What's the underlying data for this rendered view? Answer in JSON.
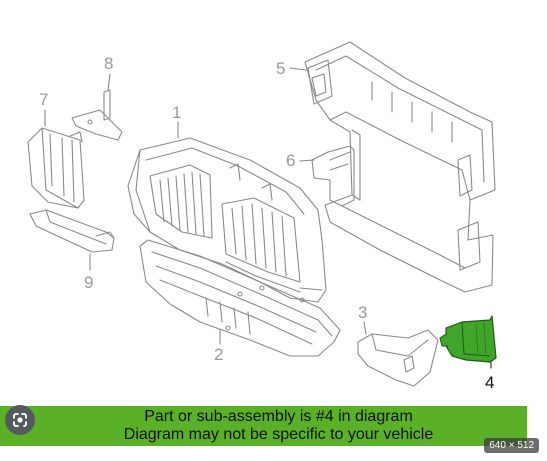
{
  "callouts": {
    "c1": "1",
    "c2": "2",
    "c3": "3",
    "c4": "4",
    "c5": "5",
    "c6": "6",
    "c7": "7",
    "c8": "8",
    "c9": "9"
  },
  "highlighted_part": "4",
  "colors": {
    "highlight_part": "#3fa62b",
    "banner": "#5ab127",
    "line_art": "#8a8a8a"
  },
  "banner": {
    "line1": "Part or sub-assembly is #4 in diagram",
    "line2": "Diagram may not be specific to your vehicle"
  },
  "overlay": {
    "lens_icon": "google-lens-icon",
    "size_label": "640 × 512"
  }
}
